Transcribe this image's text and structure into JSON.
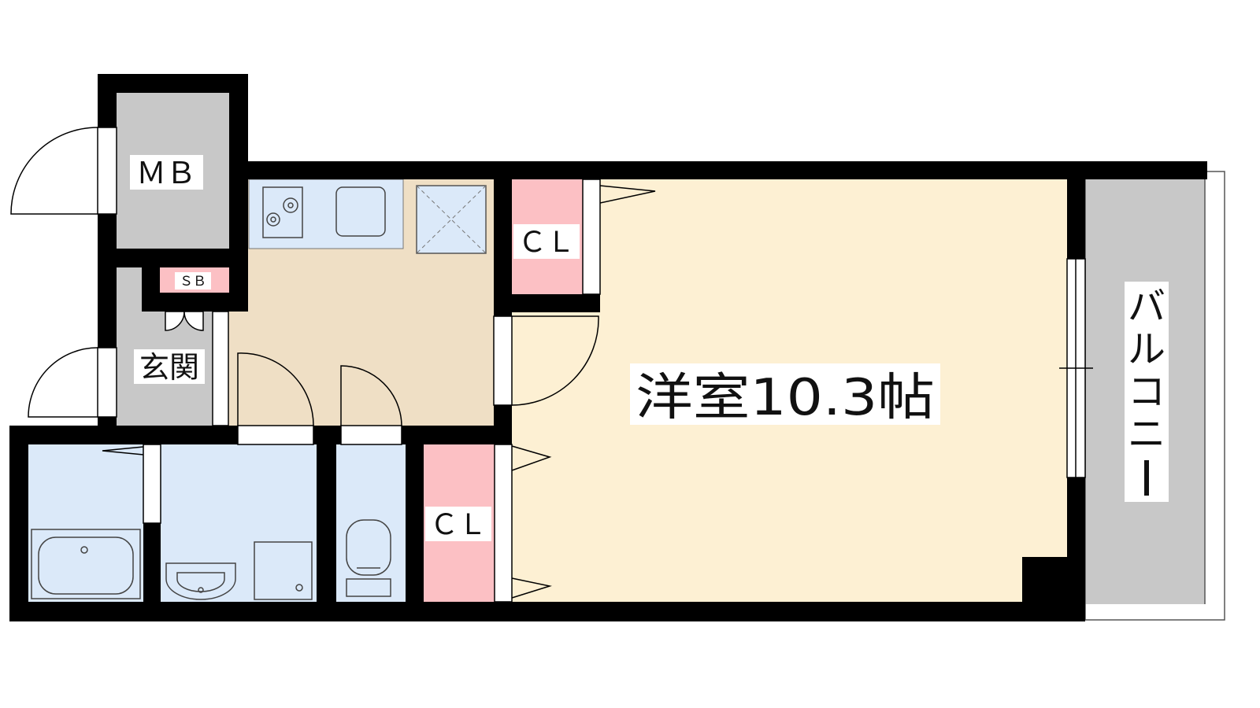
{
  "rooms": {
    "mb": "ＭＢ",
    "sb": "ＳＢ",
    "entrance": "玄関",
    "closet_top": "ＣＬ",
    "closet_bottom": "ＣＬ",
    "western_room": "洋室10.3帖",
    "balcony": [
      "バ",
      "ル",
      "コ",
      "ニ",
      "ー"
    ]
  },
  "colors": {
    "wall": "#000000",
    "western_room_floor": "#fdf0d3",
    "kitchen_floor": "#efdfc5",
    "water_area": "#dbe9f9",
    "closet": "#fcc0c4",
    "gray_area": "#c8c8c8",
    "fixture_stroke": "#555555"
  },
  "icons": [
    "stove-icon",
    "sink-icon",
    "fridge-space-icon",
    "bathtub-icon",
    "washbasin-icon",
    "washing-machine-icon",
    "toilet-icon"
  ]
}
